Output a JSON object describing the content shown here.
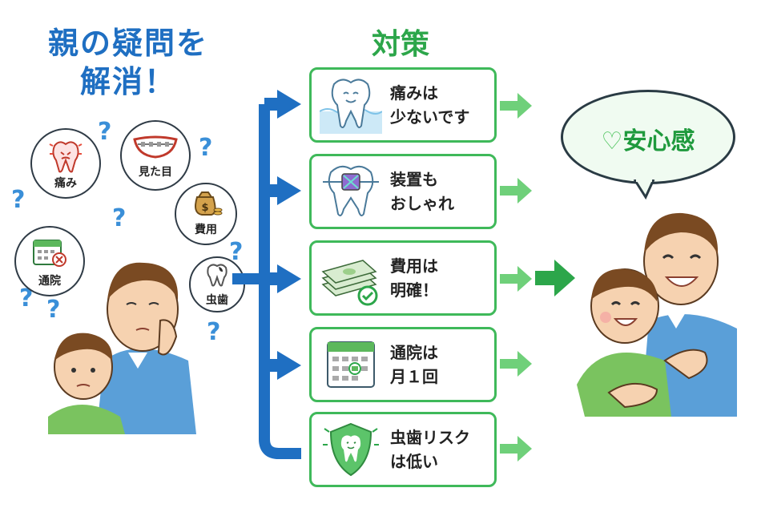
{
  "left_title": {
    "line1": "親の疑問を",
    "line2": "解消！"
  },
  "concerns": [
    {
      "label": "痛み",
      "icon": "sore-tooth-icon"
    },
    {
      "label": "見た目",
      "icon": "braces-smile-icon"
    },
    {
      "label": "費用",
      "icon": "money-bag-icon"
    },
    {
      "label": "通院",
      "icon": "calendar-cancel-icon"
    },
    {
      "label": "虫歯",
      "icon": "cavity-tooth-icon"
    }
  ],
  "question_mark": "?",
  "solutions_title": "対策",
  "solutions": [
    {
      "text": "痛みは\n少ないです",
      "icon": "smiling-tooth-icon"
    },
    {
      "text": "装置も\nおしゃれ",
      "icon": "tooth-bracket-icon"
    },
    {
      "text": "費用は\n明確！",
      "icon": "money-check-icon"
    },
    {
      "text": "通院は\n月１回",
      "icon": "calendar-icon"
    },
    {
      "text": "虫歯リスク\nは低い",
      "icon": "shield-tooth-icon"
    }
  ],
  "result": {
    "text": "安心感",
    "icon": "heart-icon"
  },
  "colors": {
    "blue": "#1f6fc2",
    "green": "#3fb95a",
    "dark_green": "#1f9a3d",
    "question": "#3a8fd8"
  }
}
